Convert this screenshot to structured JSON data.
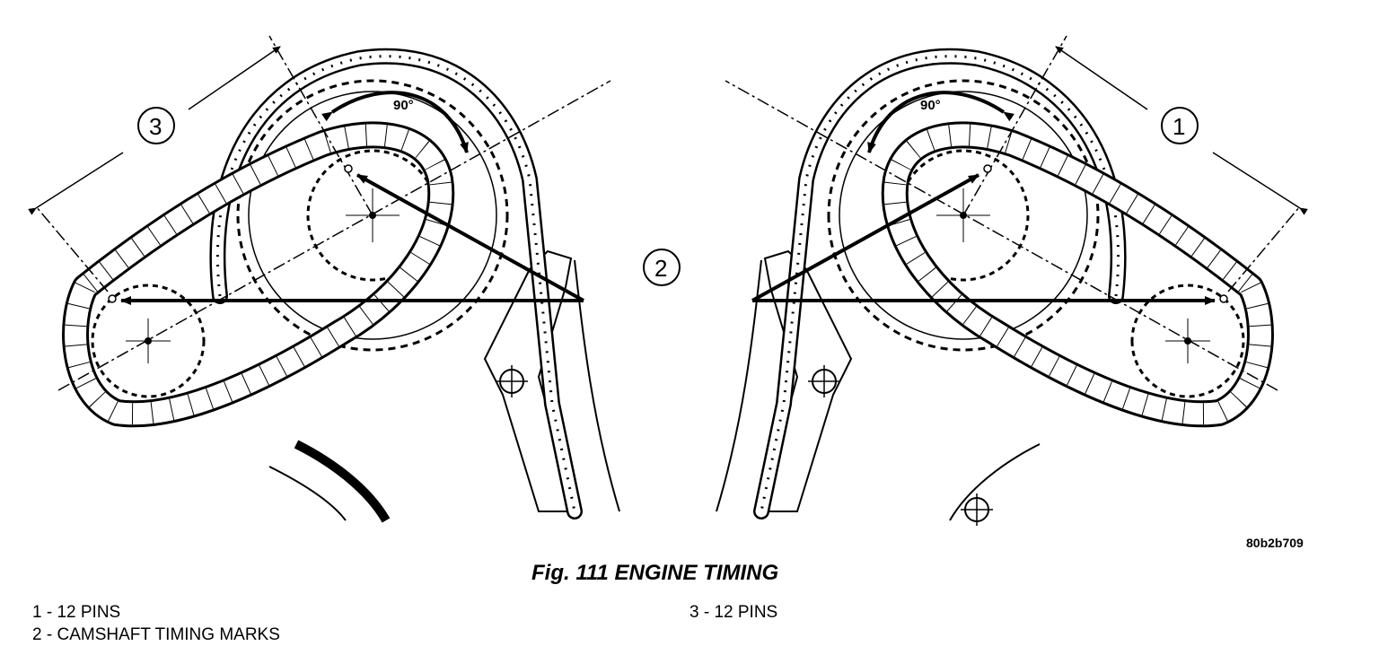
{
  "callouts": [
    "1",
    "2",
    "3"
  ],
  "angle_label": "90°",
  "image_code": "80b2b709",
  "figure_title": "Fig. 111 ENGINE TIMING",
  "legend": [
    {
      "num": "1",
      "text": "12 PINS"
    },
    {
      "num": "2",
      "text": "CAMSHAFT TIMING MARKS"
    },
    {
      "num": "3",
      "text": "12 PINS"
    }
  ]
}
